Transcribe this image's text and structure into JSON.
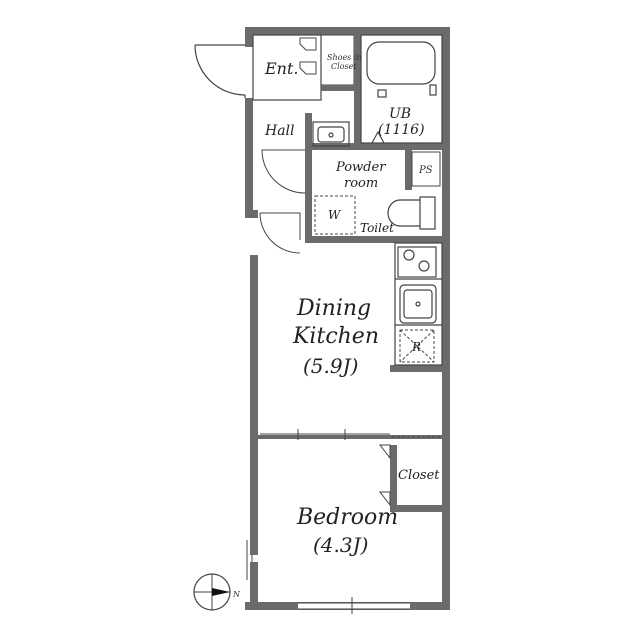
{
  "rooms": {
    "entrance": "Ent.",
    "shoes_closet_line1": "Shoes in",
    "shoes_closet_line2": "Closet",
    "hall": "Hall",
    "unit_bath": "UB",
    "unit_bath_size": "(1116)",
    "powder_room_line1": "Powder",
    "powder_room_line2": "room",
    "pipe_space": "PS",
    "washer": "W",
    "toilet": "Toilet",
    "dining_kitchen_line1": "Dining",
    "dining_kitchen_line2": "Kitchen",
    "dining_kitchen_size": "(5.9J)",
    "refrigerator": "R",
    "closet": "Closet",
    "bedroom": "Bedroom",
    "bedroom_size": "(4.3J)"
  },
  "compass": {
    "north_label": "N"
  },
  "colors": {
    "wall": "#6b6b6b",
    "line": "#444444",
    "background": "#ffffff"
  }
}
